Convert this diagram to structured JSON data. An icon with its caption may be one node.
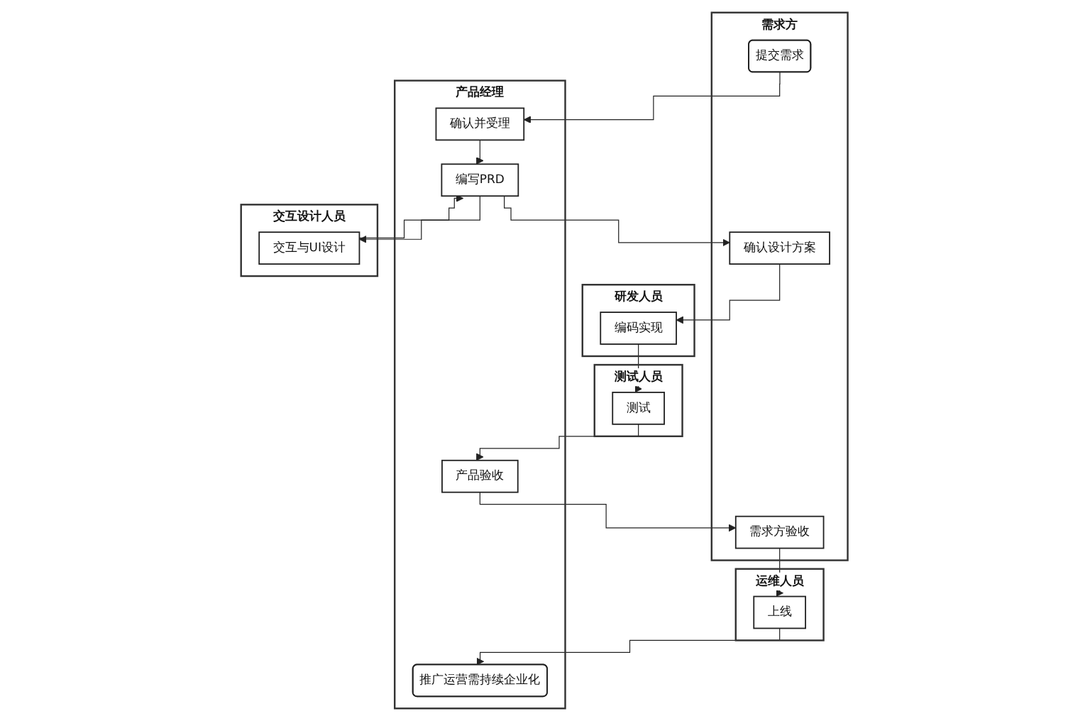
{
  "diagram": {
    "nodes": [
      {
        "text": [
          "需求方"
        ]
      },
      {
        "text": [
          "产品经理"
        ]
      },
      {
        "text": [
          "交互设计人员"
        ]
      },
      {
        "text": [
          "研发人员"
        ]
      },
      {
        "text": [
          "测试人员"
        ]
      },
      {
        "text": [
          "运维人员"
        ]
      },
      {
        "text": [
          "提交需求"
        ],
        "in": 0
      },
      {
        "text": [
          "确认并受理"
        ],
        "in": 1
      },
      {
        "text": [
          "确认设计方案"
        ],
        "in": 0
      },
      {
        "text": [
          "编写PRD"
        ],
        "in": 1
      },
      {
        "text": [
          "交互与UI设计"
        ],
        "in": 2
      },
      {
        "text": [
          "编码实现"
        ],
        "in": 3
      },
      {
        "text": [
          "测试"
        ],
        "in": 4
      },
      {
        "text": [
          "需求方验收"
        ],
        "in": 0
      },
      {
        "text": [
          "产品验收"
        ],
        "in": 1
      },
      {
        "text": [
          "上线"
        ],
        "in": 5
      },
      {
        "text": [
          "推广运营需持续企业化"
        ],
        "in": 1
      }
    ],
    "edges": [
      {
        "from": 6,
        "to": 7,
        "arrow": "to"
      },
      {
        "from": 7,
        "to": 9,
        "arrow": "to"
      },
      {
        "from": 9,
        "to": 8,
        "arrow": "to"
      },
      {
        "from": 9,
        "to": 10,
        "arrow": "to"
      },
      {
        "from": 10,
        "to": 9,
        "arrow": "to"
      },
      {
        "from": 8,
        "to": 11,
        "arrow": "to"
      },
      {
        "from": 11,
        "to": 12,
        "arrow": "to"
      },
      {
        "from": 12,
        "to": 14,
        "arrow": "to"
      },
      {
        "from": 14,
        "to": 13,
        "arrow": "to"
      },
      {
        "from": 13,
        "to": 15,
        "arrow": "to"
      },
      {
        "from": 15,
        "to": 16,
        "arrow": "to"
      }
    ]
  }
}
